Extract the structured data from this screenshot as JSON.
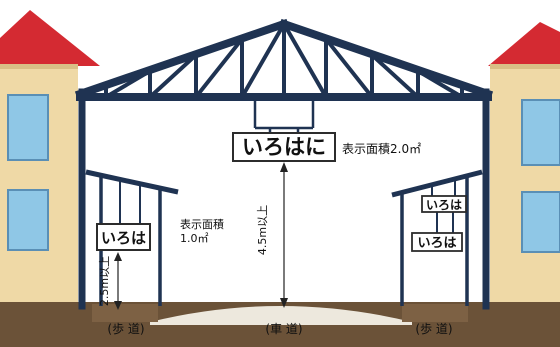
{
  "diagram": {
    "main_sign": {
      "text": "いろはに",
      "area_label": "表示面積2.0㎡"
    },
    "left_sign": {
      "text": "いろは",
      "area_label_line1": "表示面積",
      "area_label_line2": "1.0㎡"
    },
    "right_signs": {
      "upper": "いろは",
      "lower": "いろは"
    },
    "clearance_roadway": "4.5m以上",
    "clearance_sidewalk": "2.5m以上",
    "ground_labels": {
      "left_sidewalk": "(歩 道)",
      "roadway": "(車 道)",
      "right_sidewalk": "(歩 道)"
    }
  },
  "colors": {
    "frame": "#1f3352",
    "roof": "#d42a32",
    "wall": "#efd9a6",
    "window": "#8fc7e6",
    "ground": "#6b5238",
    "road": "#ede8dd",
    "sign_border": "#2c2c2c"
  }
}
